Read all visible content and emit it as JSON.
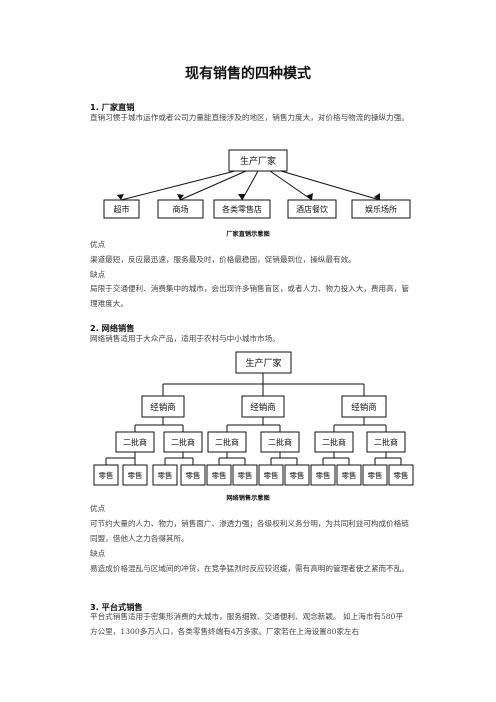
{
  "title": "现有销售的四种模式",
  "sections": {
    "s1": {
      "heading": "1. 厂家直销",
      "intro": "直销习惯于城市运作或者公司力量能直接涉及的地区，销售力度大，对价格与物流的操纵力强。",
      "diagram": {
        "root": "生产厂家",
        "children": [
          "超市",
          "商场",
          "各类零售店",
          "酒店餐饮",
          "娱乐场所"
        ],
        "caption": "厂家直销示意图"
      },
      "pros_label": "优点",
      "pros": "渠道最短，反应最迅速，服务最及时，价格最稳固，促销最到位，操纵最有效。",
      "cons_label": "缺点",
      "cons": "局限于交通便利、消费集中的城市，会出现许多销售盲区，或者人力、物力投入大，费用高，管理难度大。"
    },
    "s2": {
      "heading": "2. 网络销售",
      "intro": "网络销售适用于大众产品，适用于农村与中小城市市场。",
      "diagram": {
        "root": "生产厂家",
        "level1": [
          "经销商",
          "经销商",
          "经销商"
        ],
        "level2": [
          "二批商",
          "二批商",
          "二批商",
          "二批商",
          "二批商",
          "二批商"
        ],
        "level3": [
          "零售",
          "零售",
          "零售",
          "零售",
          "零售",
          "零售",
          "零售",
          "零售",
          "零售",
          "零售",
          "零售",
          "零售"
        ],
        "caption": "网络销售示意图"
      },
      "pros_label": "优点",
      "pros": "可节约大量的人力、物力，销售面广、渗透力强；各级权利义务分明，为共同利益可构成价格链同盟，借他人之力各得其所。",
      "cons_label": "缺点",
      "cons": "易造成价格混乱与区域间的冲货，在竞争猛烈时反应较迟缓，需有高明的管理者使之紧而不乱。"
    },
    "s3": {
      "heading": "3. 平台式销售",
      "intro": "平台式销售适用于密集形消费的大城市，服务细致、交通便利、观念新颖。 如上海市有580平方公里，1300多万人口，各类零售终端有4万多家。厂家若在上海设置80家左右"
    }
  }
}
